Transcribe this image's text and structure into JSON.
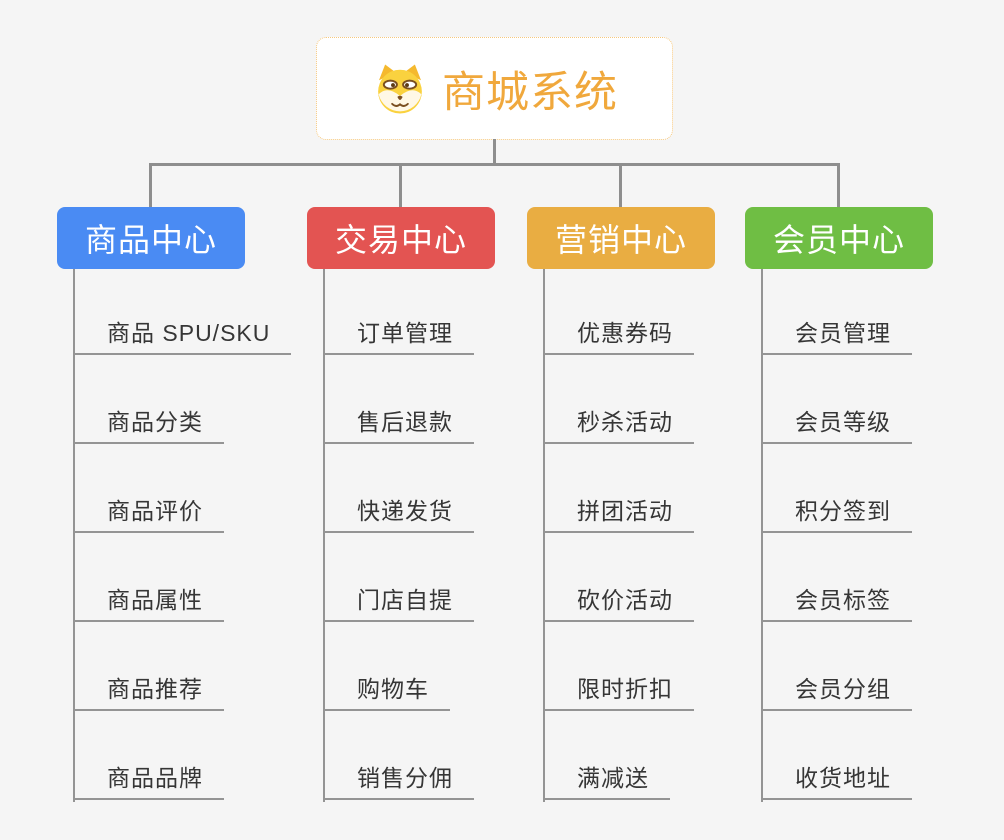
{
  "background": "#F5F5F5",
  "connector_color": "#8E8E8E",
  "root": {
    "title": "商城系统",
    "text_color": "#F0A83C",
    "border_color": "#F6C87E",
    "icon": "dog-icon"
  },
  "branches": [
    {
      "label": "商品中心",
      "color": "#4A8BF3",
      "items": [
        "商品 SPU/SKU",
        "商品分类",
        "商品评价",
        "商品属性",
        "商品推荐",
        "商品品牌"
      ]
    },
    {
      "label": "交易中心",
      "color": "#E35452",
      "items": [
        "订单管理",
        "售后退款",
        "快递发货",
        "门店自提",
        "购物车",
        "销售分佣"
      ]
    },
    {
      "label": "营销中心",
      "color": "#E9AD42",
      "items": [
        "优惠券码",
        "秒杀活动",
        "拼团活动",
        "砍价活动",
        "限时折扣",
        "满减送"
      ]
    },
    {
      "label": "会员中心",
      "color": "#6FBE44",
      "items": [
        "会员管理",
        "会员等级",
        "积分签到",
        "会员标签",
        "会员分组",
        "收货地址"
      ]
    }
  ]
}
